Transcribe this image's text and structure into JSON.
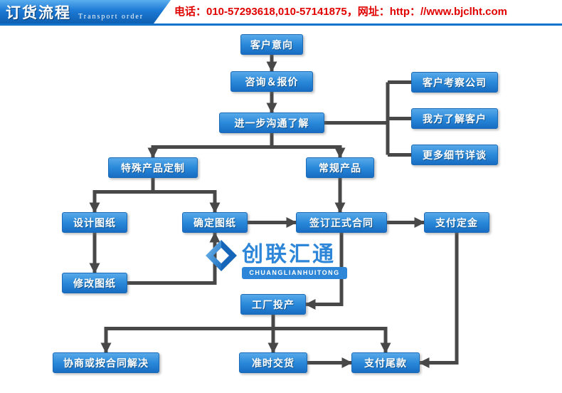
{
  "header": {
    "title": "订货流程",
    "subtitle": "Transport order",
    "contact": "电话：010-57293618,010-57141875，网址：http：//www.bjclht.com"
  },
  "logo": {
    "name": "创联汇通",
    "name_en": "CHUANGLIANHUITONG"
  },
  "nodes": {
    "intent": "客户意向",
    "quote": "咨询＆报价",
    "communicate": "进一步沟通了解",
    "visit": "客户考察公司",
    "know": "我方了解客户",
    "details": "更多细节详谈",
    "custom": "特殊产品定制",
    "regular": "常规产品",
    "design": "设计图纸",
    "confirm": "确定图纸",
    "contract": "签订正式合同",
    "deposit": "支付定金",
    "modify": "修改图纸",
    "produce": "工厂投产",
    "resolve": "协商或按合同解决",
    "delivery": "准时交货",
    "balance": "支付尾款"
  },
  "colors": {
    "node_blue": "#2a89da",
    "arrow_gray": "#484848",
    "contact_red": "#e10000",
    "header_blue": "#1273cc",
    "logo_blue": "#2e86d8"
  }
}
